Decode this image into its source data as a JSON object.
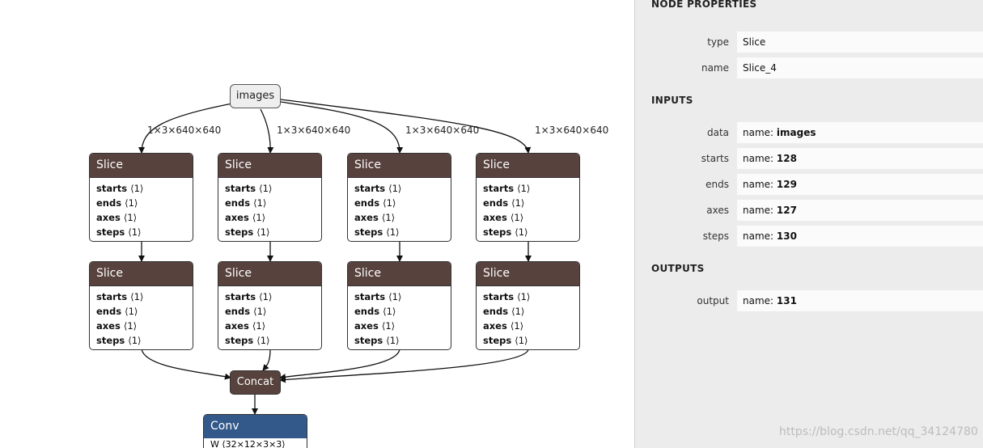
{
  "graph": {
    "input_node": {
      "label": "images"
    },
    "edge_labels": [
      "1×3×640×640",
      "1×3×640×640",
      "1×3×640×640",
      "1×3×640×640"
    ],
    "slice_row1": [
      {
        "title": "Slice",
        "attrs": [
          {
            "name": "starts",
            "value": "⟨1⟩"
          },
          {
            "name": "ends",
            "value": "⟨1⟩"
          },
          {
            "name": "axes",
            "value": "⟨1⟩"
          },
          {
            "name": "steps",
            "value": "⟨1⟩"
          }
        ]
      },
      {
        "title": "Slice",
        "attrs": [
          {
            "name": "starts",
            "value": "⟨1⟩"
          },
          {
            "name": "ends",
            "value": "⟨1⟩"
          },
          {
            "name": "axes",
            "value": "⟨1⟩"
          },
          {
            "name": "steps",
            "value": "⟨1⟩"
          }
        ]
      },
      {
        "title": "Slice",
        "attrs": [
          {
            "name": "starts",
            "value": "⟨1⟩"
          },
          {
            "name": "ends",
            "value": "⟨1⟩"
          },
          {
            "name": "axes",
            "value": "⟨1⟩"
          },
          {
            "name": "steps",
            "value": "⟨1⟩"
          }
        ]
      },
      {
        "title": "Slice",
        "attrs": [
          {
            "name": "starts",
            "value": "⟨1⟩"
          },
          {
            "name": "ends",
            "value": "⟨1⟩"
          },
          {
            "name": "axes",
            "value": "⟨1⟩"
          },
          {
            "name": "steps",
            "value": "⟨1⟩"
          }
        ]
      }
    ],
    "slice_row2": [
      {
        "title": "Slice",
        "attrs": [
          {
            "name": "starts",
            "value": "⟨1⟩"
          },
          {
            "name": "ends",
            "value": "⟨1⟩"
          },
          {
            "name": "axes",
            "value": "⟨1⟩"
          },
          {
            "name": "steps",
            "value": "⟨1⟩"
          }
        ]
      },
      {
        "title": "Slice",
        "attrs": [
          {
            "name": "starts",
            "value": "⟨1⟩"
          },
          {
            "name": "ends",
            "value": "⟨1⟩"
          },
          {
            "name": "axes",
            "value": "⟨1⟩"
          },
          {
            "name": "steps",
            "value": "⟨1⟩"
          }
        ]
      },
      {
        "title": "Slice",
        "attrs": [
          {
            "name": "starts",
            "value": "⟨1⟩"
          },
          {
            "name": "ends",
            "value": "⟨1⟩"
          },
          {
            "name": "axes",
            "value": "⟨1⟩"
          },
          {
            "name": "steps",
            "value": "⟨1⟩"
          }
        ]
      },
      {
        "title": "Slice",
        "attrs": [
          {
            "name": "starts",
            "value": "⟨1⟩"
          },
          {
            "name": "ends",
            "value": "⟨1⟩"
          },
          {
            "name": "axes",
            "value": "⟨1⟩"
          },
          {
            "name": "steps",
            "value": "⟨1⟩"
          }
        ]
      }
    ],
    "concat_node": {
      "label": "Concat"
    },
    "conv_node": {
      "label": "Conv",
      "attr_partial": "W ⟨32×12×3×3⟩"
    },
    "colors": {
      "op_header": "#57423d",
      "conv_header": "#33588a",
      "input_fill": "#eeeeee"
    }
  },
  "sidebar": {
    "node_properties": {
      "title": "NODE PROPERTIES",
      "rows": [
        {
          "label": "type",
          "value": "Slice"
        },
        {
          "label": "name",
          "value": "Slice_4"
        }
      ]
    },
    "inputs": {
      "title": "INPUTS",
      "rows": [
        {
          "label": "data",
          "prefix": "name: ",
          "value": "images"
        },
        {
          "label": "starts",
          "prefix": "name: ",
          "value": "128"
        },
        {
          "label": "ends",
          "prefix": "name: ",
          "value": "129"
        },
        {
          "label": "axes",
          "prefix": "name: ",
          "value": "127"
        },
        {
          "label": "steps",
          "prefix": "name: ",
          "value": "130"
        }
      ]
    },
    "outputs": {
      "title": "OUTPUTS",
      "rows": [
        {
          "label": "output",
          "prefix": "name: ",
          "value": "131"
        }
      ]
    },
    "watermark": "https://blog.csdn.net/qq_34124780"
  }
}
